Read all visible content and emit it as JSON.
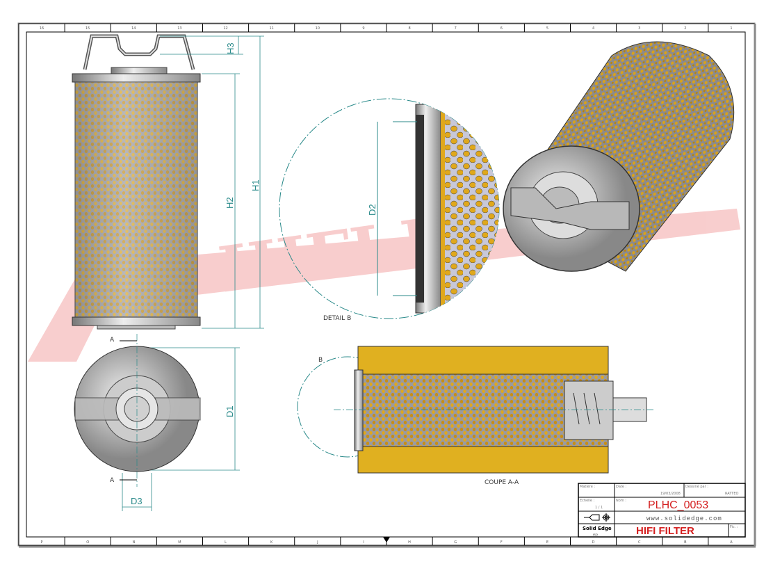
{
  "sheet": {
    "top_zones": [
      "16",
      "15",
      "14",
      "13",
      "12",
      "11",
      "10",
      "9",
      "8",
      "7",
      "6",
      "5",
      "4",
      "3",
      "2",
      "1"
    ],
    "bottom_zones": [
      "P",
      "O",
      "N",
      "M",
      "L",
      "K",
      "J",
      "I",
      "H",
      "G",
      "F",
      "E",
      "D",
      "C",
      "B",
      "A"
    ]
  },
  "watermark": "HIFI FILTER",
  "dimensions": {
    "h1": "H1",
    "h2": "H2",
    "h3": "H3",
    "d1": "D1",
    "d2": "D2",
    "d3": "D3"
  },
  "views": {
    "detail_label": "DETAIL B",
    "section_label": "COUPE A-A",
    "cut_mark_top": "A",
    "cut_mark_bottom": "A",
    "detail_mark": "B"
  },
  "title_block": {
    "matiere_label": "Matière :",
    "date_label": "Date :",
    "date": "19/03/2008",
    "dessine_label": "Dessiné par :",
    "author": "RATTEO",
    "echelle_label": "Echelle :",
    "scale": "1 / 1",
    "nom_label": "Nom :",
    "part_number": "PLHC_0053",
    "website": "www.solidedge.com",
    "software": "Solid Edge",
    "software_sub": "ISO",
    "company": "HIFI FILTER",
    "file_label": "Fic. :"
  },
  "colors": {
    "dimension": "#2a8a8a",
    "mesh": "#e0a81c",
    "title_red": "#d42020"
  }
}
